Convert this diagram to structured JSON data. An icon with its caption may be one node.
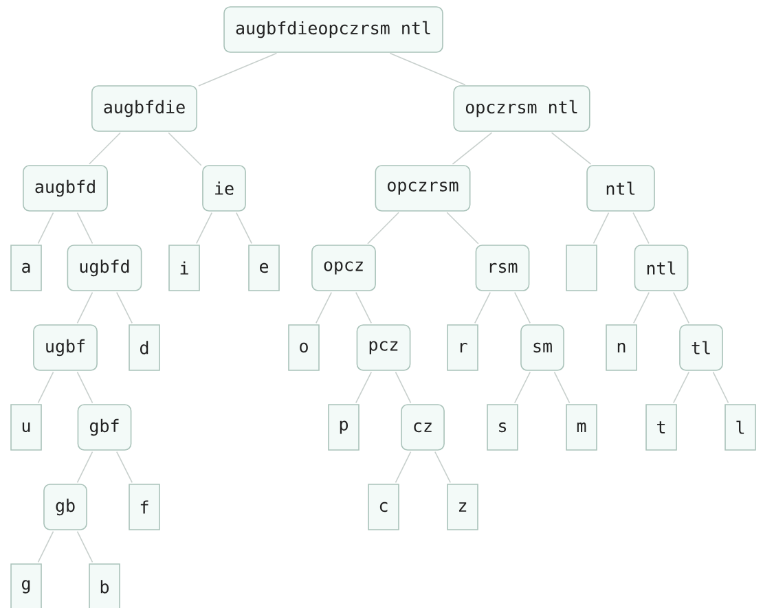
{
  "diagram": {
    "nodes": [
      {
        "text": [
          "augbfdieopczrsm ntl"
        ]
      },
      {
        "text": [
          "augbfdie"
        ]
      },
      {
        "text": [
          "opczrsm ntl"
        ]
      },
      {
        "text": [
          "augbfd"
        ]
      },
      {
        "text": [
          "ie"
        ]
      },
      {
        "text": [
          "opczrsm"
        ]
      },
      {
        "text": [
          "ntl"
        ]
      },
      {
        "text": [
          "a"
        ]
      },
      {
        "text": [
          "ugbfd"
        ]
      },
      {
        "text": [
          "i"
        ]
      },
      {
        "text": [
          "e"
        ]
      },
      {
        "text": [
          "opcz"
        ]
      },
      {
        "text": [
          "rsm"
        ]
      },
      {
        "text": [],
        "shape": "box"
      },
      {
        "text": [
          "ntl"
        ]
      },
      {
        "text": [
          "ugbf"
        ]
      },
      {
        "text": [
          "d"
        ]
      },
      {
        "text": [
          "o"
        ]
      },
      {
        "text": [
          "pcz"
        ]
      },
      {
        "text": [
          "r"
        ]
      },
      {
        "text": [
          "sm"
        ]
      },
      {
        "text": [
          "n"
        ]
      },
      {
        "text": [
          "tl"
        ]
      },
      {
        "text": [
          "u"
        ]
      },
      {
        "text": [
          "gbf"
        ]
      },
      {
        "text": [
          "p"
        ]
      },
      {
        "text": [
          "cz"
        ]
      },
      {
        "text": [
          "s"
        ]
      },
      {
        "text": [
          "m"
        ]
      },
      {
        "text": [
          "t"
        ]
      },
      {
        "text": [
          "l"
        ]
      },
      {
        "text": [
          "gb"
        ]
      },
      {
        "text": [
          "f"
        ]
      },
      {
        "text": [
          "c"
        ]
      },
      {
        "text": [
          "z"
        ]
      },
      {
        "text": [
          "g"
        ]
      },
      {
        "text": [
          "b"
        ]
      }
    ],
    "edges": [
      {
        "from": 0,
        "to": 1,
        "arrow": "none"
      },
      {
        "from": 0,
        "to": 2,
        "arrow": "none"
      },
      {
        "from": 1,
        "to": 3,
        "arrow": "none"
      },
      {
        "from": 1,
        "to": 4,
        "arrow": "none"
      },
      {
        "from": 2,
        "to": 5,
        "arrow": "none"
      },
      {
        "from": 2,
        "to": 6,
        "arrow": "none"
      },
      {
        "from": 3,
        "to": 7,
        "arrow": "none"
      },
      {
        "from": 3,
        "to": 8,
        "arrow": "none"
      },
      {
        "from": 4,
        "to": 9,
        "arrow": "none"
      },
      {
        "from": 4,
        "to": 10,
        "arrow": "none"
      },
      {
        "from": 5,
        "to": 11,
        "arrow": "none"
      },
      {
        "from": 5,
        "to": 12,
        "arrow": "none"
      },
      {
        "from": 6,
        "to": 13,
        "arrow": "none"
      },
      {
        "from": 6,
        "to": 14,
        "arrow": "none"
      },
      {
        "from": 8,
        "to": 15,
        "arrow": "none"
      },
      {
        "from": 8,
        "to": 16,
        "arrow": "none"
      },
      {
        "from": 11,
        "to": 17,
        "arrow": "none"
      },
      {
        "from": 11,
        "to": 18,
        "arrow": "none"
      },
      {
        "from": 12,
        "to": 19,
        "arrow": "none"
      },
      {
        "from": 12,
        "to": 20,
        "arrow": "none"
      },
      {
        "from": 14,
        "to": 21,
        "arrow": "none"
      },
      {
        "from": 14,
        "to": 22,
        "arrow": "none"
      },
      {
        "from": 15,
        "to": 23,
        "arrow": "none"
      },
      {
        "from": 15,
        "to": 24,
        "arrow": "none"
      },
      {
        "from": 18,
        "to": 25,
        "arrow": "none"
      },
      {
        "from": 18,
        "to": 26,
        "arrow": "none"
      },
      {
        "from": 20,
        "to": 27,
        "arrow": "none"
      },
      {
        "from": 20,
        "to": 28,
        "arrow": "none"
      },
      {
        "from": 22,
        "to": 29,
        "arrow": "none"
      },
      {
        "from": 22,
        "to": 30,
        "arrow": "none"
      },
      {
        "from": 24,
        "to": 31,
        "arrow": "none"
      },
      {
        "from": 24,
        "to": 32,
        "arrow": "none"
      },
      {
        "from": 26,
        "to": 33,
        "arrow": "none"
      },
      {
        "from": 26,
        "to": 34,
        "arrow": "none"
      },
      {
        "from": 31,
        "to": 35,
        "arrow": "none"
      },
      {
        "from": 31,
        "to": 36,
        "arrow": "none"
      }
    ]
  }
}
